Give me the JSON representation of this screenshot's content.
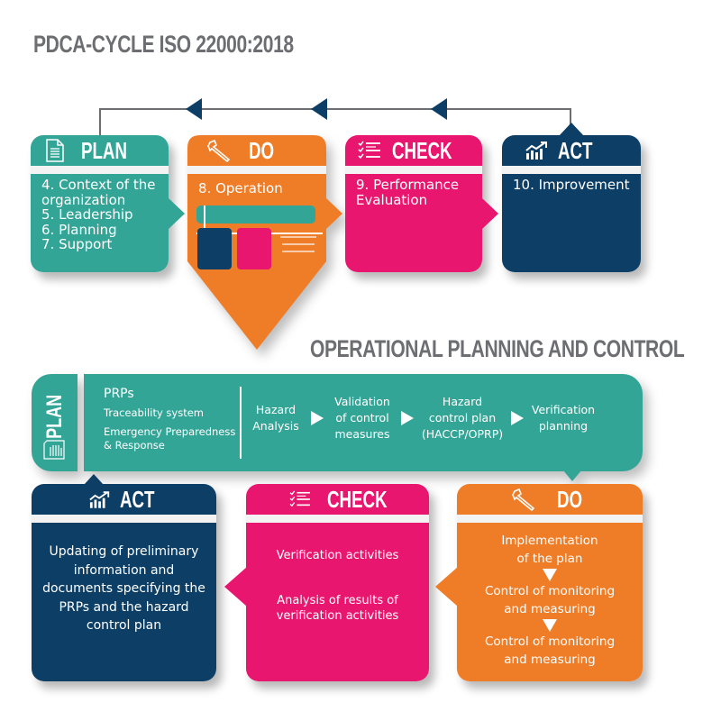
{
  "title": "PDCA-CYCLE ISO 22000:2018",
  "colors": {
    "plan": "#33a597",
    "do": "#ef7d28",
    "check": "#e8166f",
    "act": "#0d3f66",
    "title_gray": "#6d6e71"
  },
  "top_cycle": {
    "plan": {
      "icon": "document-icon",
      "label": "PLAN",
      "items": [
        "4. Context of the",
        "organization",
        "5. Leadership",
        "6. Planning",
        "7. Support"
      ]
    },
    "do": {
      "icon": "wrench-icon",
      "label": "DO",
      "items": [
        "8. Operation"
      ],
      "thumbnail": "miniature of operational planning and control diagram"
    },
    "check": {
      "icon": "checklist-icon",
      "label": "CHECK",
      "items": [
        "9. Performance",
        "Evaluation"
      ]
    },
    "act": {
      "icon": "growth-chart-icon",
      "label": "ACT",
      "items": [
        "10. Improvement"
      ]
    }
  },
  "operational": {
    "title": "OPERATIONAL PLANNING AND CONTROL",
    "plan": {
      "label": "PLAN",
      "icon": "document-chart-icon",
      "left_items": [
        "PRPs",
        "Traceability system",
        "Emergency Preparedness",
        "& Response"
      ],
      "flow": [
        {
          "lines": [
            "Hazard",
            "Analysis"
          ]
        },
        {
          "lines": [
            "Validation",
            "of control",
            "measures"
          ]
        },
        {
          "lines": [
            "Hazard",
            "control plan",
            "(HACCP/OPRP)"
          ]
        },
        {
          "lines": [
            "Verification",
            "planning"
          ]
        }
      ]
    },
    "act": {
      "icon": "growth-chart-icon",
      "label": "ACT",
      "lines": [
        "Updating of preliminary",
        "information and",
        "documents specifying the",
        "PRPs and the hazard",
        "control plan"
      ]
    },
    "check": {
      "icon": "checklist-icon",
      "label": "CHECK",
      "items": [
        {
          "lines": [
            "Verification activities"
          ]
        },
        {
          "lines": [
            "Analysis of results of",
            "verification activities"
          ]
        }
      ]
    },
    "do": {
      "icon": "wrench-icon",
      "label": "DO",
      "steps": [
        {
          "lines": [
            "Implementation",
            "of the plan"
          ]
        },
        {
          "lines": [
            "Control of monitoring",
            "and measuring"
          ]
        },
        {
          "lines": [
            "Control of monitoring",
            "and measuring"
          ]
        }
      ]
    }
  }
}
